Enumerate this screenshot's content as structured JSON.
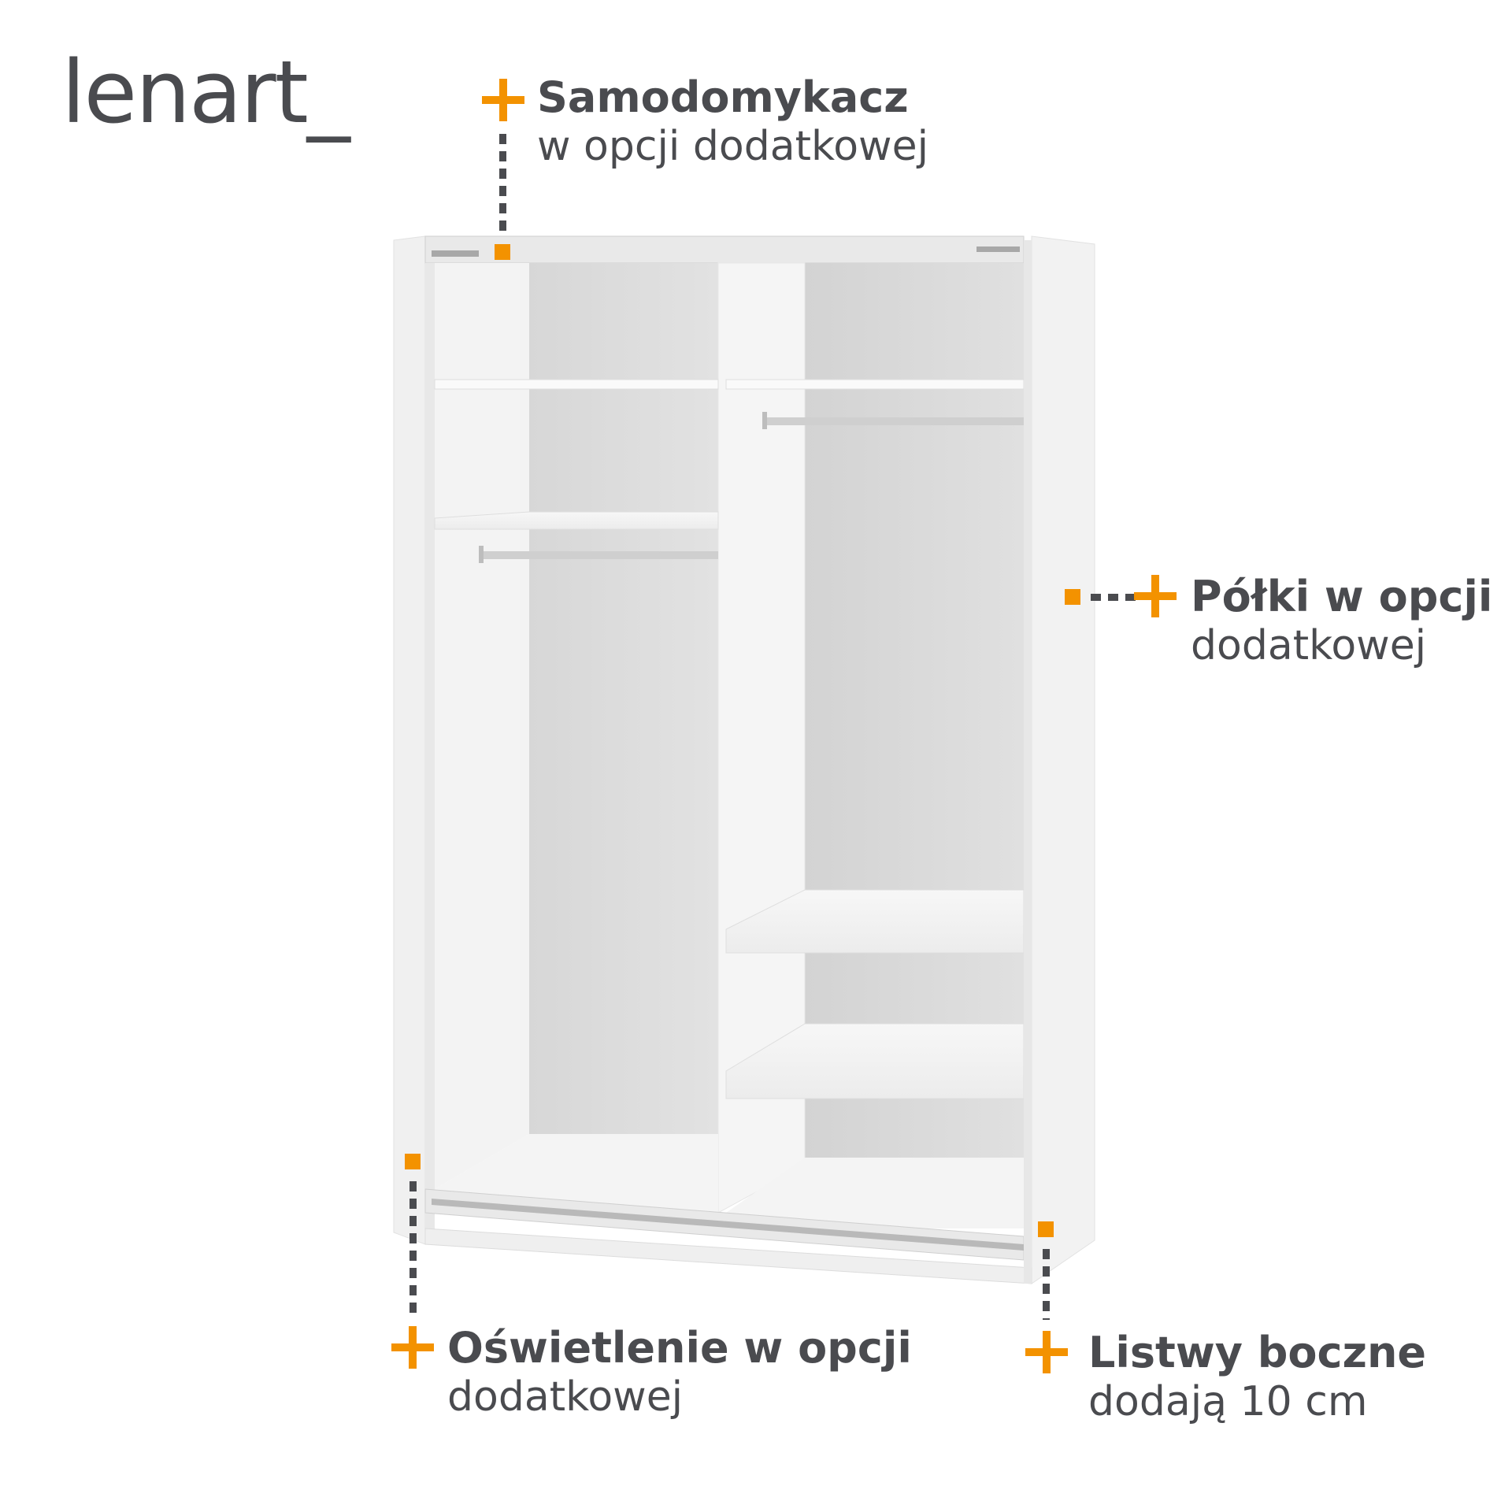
{
  "brand": {
    "logo_text": "lenart_"
  },
  "callouts": {
    "top": {
      "title": "Samodomykacz",
      "subtitle": "w opcji dodatkowej"
    },
    "right": {
      "title": "Półki w opcji",
      "subtitle": "dodatkowej"
    },
    "bottom_left": {
      "title": "Oświetlenie w opcji",
      "subtitle": "dodatkowej"
    },
    "bottom_right": {
      "title": "Listwy boczne",
      "subtitle": "dodają 10 cm"
    }
  },
  "colors": {
    "accent": "#f39200",
    "text": "#4a4b4f",
    "panel": "#f4f4f4",
    "back": "#d9d9d9"
  }
}
